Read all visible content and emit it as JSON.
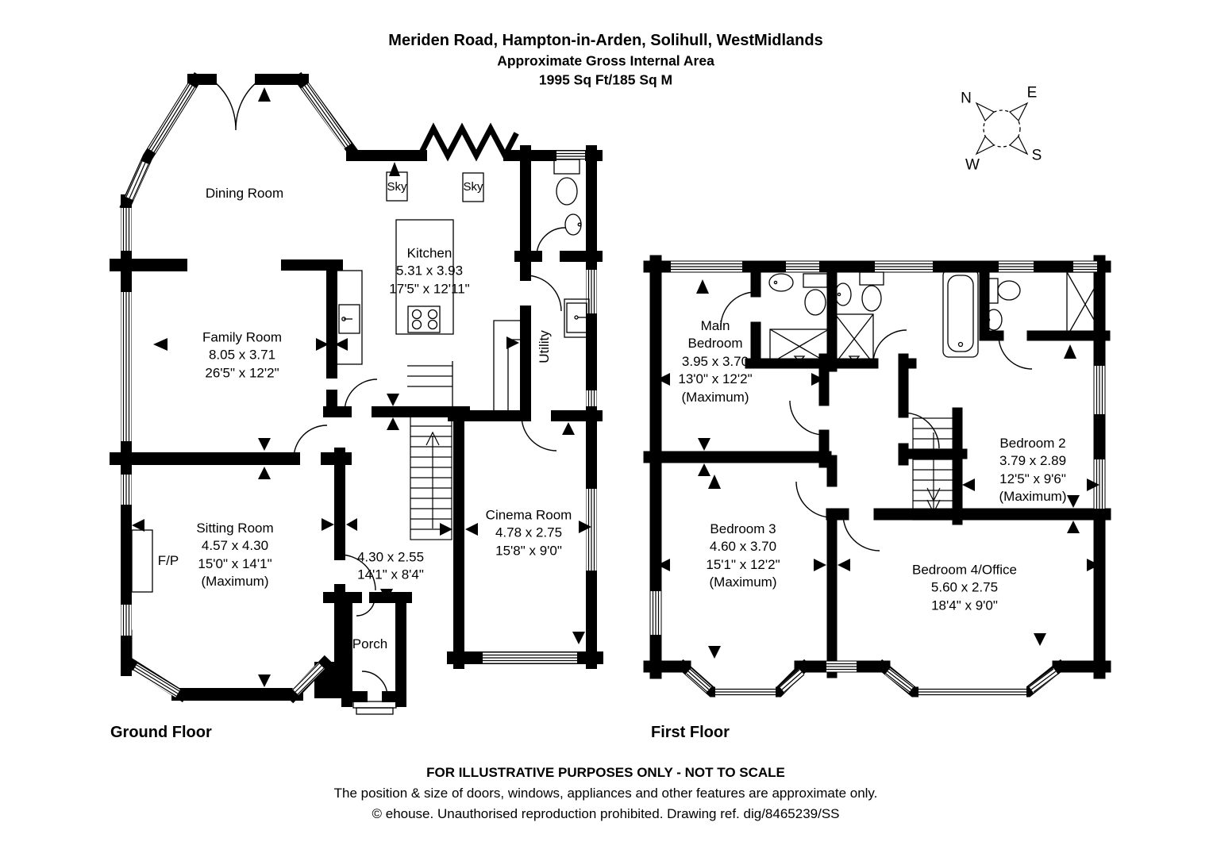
{
  "title": {
    "line1": "Meriden Road, Hampton-in-Arden, Solihull, WestMidlands",
    "line2": "Approximate Gross Internal Area",
    "line3": "1995 Sq Ft/185 Sq M"
  },
  "compass": {
    "n": "N",
    "e": "E",
    "s": "S",
    "w": "W"
  },
  "ground_floor": {
    "floor_label": "Ground Floor",
    "rooms": {
      "dining": "Dining Room",
      "family": "Family Room\n8.05 x 3.71\n26'5\" x 12'2\"",
      "sitting": "Sitting Room\n4.57 x 4.30\n15'0\" x 14'1\"\n(Maximum)",
      "fireplace": "F/P",
      "kitchen": "Kitchen\n5.31 x 3.93\n17'5\" x 12'11\"",
      "sky1": "Sky",
      "sky2": "Sky",
      "utility": "Utility",
      "cinema": "Cinema Room\n4.78 x 2.75\n15'8\" x 9'0\"",
      "hall": "4.30 x 2.55\n14'1\" x 8'4\"",
      "porch": "Porch"
    }
  },
  "first_floor": {
    "floor_label": "First Floor",
    "rooms": {
      "main_bedroom": "Main\nBedroom\n3.95 x 3.70\n13'0\" x 12'2\"\n(Maximum)",
      "bedroom2": "Bedroom 2\n3.79 x 2.89\n12'5\" x 9'6\"\n(Maximum)",
      "bedroom3": "Bedroom 3\n4.60 x 3.70\n15'1\" x 12'2\"\n(Maximum)",
      "bedroom4": "Bedroom 4/Office\n5.60 x 2.75\n18'4\" x 9'0\""
    }
  },
  "footer": {
    "line1": "FOR ILLUSTRATIVE PURPOSES ONLY - NOT TO SCALE",
    "line2": "The position & size of doors, windows, appliances and other features are approximate only.",
    "line3": "© ehouse. Unauthorised reproduction prohibited. Drawing ref. dig/8465239/SS"
  }
}
